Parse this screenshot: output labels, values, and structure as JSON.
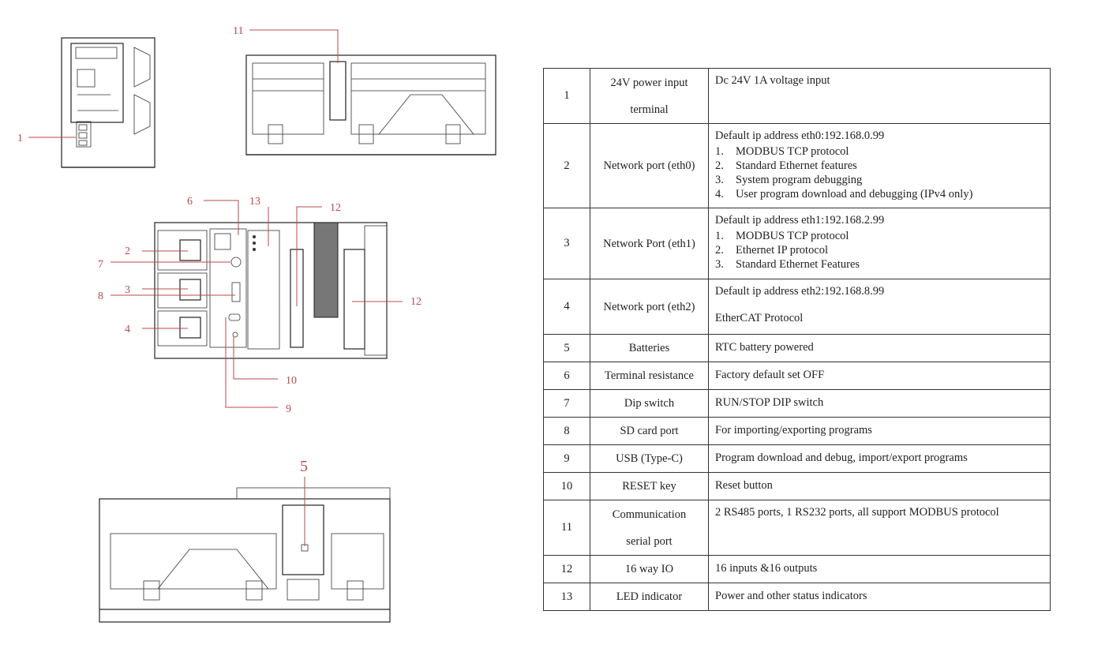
{
  "callouts": [
    "1",
    "2",
    "3",
    "4",
    "5",
    "6",
    "7",
    "8",
    "9",
    "10",
    "11",
    "12",
    "12",
    "13"
  ],
  "rows": [
    {
      "no": "1",
      "name": [
        "24V power input",
        "terminal"
      ],
      "desc_lines": [
        "Dc 24V 1A voltage input"
      ],
      "items": [],
      "tail": ""
    },
    {
      "no": "2",
      "name": [
        "Network port (eth0)"
      ],
      "desc_lines": [
        "Default ip address eth0:192.168.0.99"
      ],
      "items": [
        {
          "n": "1.",
          "t": "MODBUS TCP protocol"
        },
        {
          "n": "2.",
          "t": "Standard Ethernet features"
        },
        {
          "n": "3.",
          "t": "System program debugging"
        },
        {
          "n": "4.",
          "t": "User program download and debugging (IPv4 only)"
        }
      ],
      "tail": ""
    },
    {
      "no": "3",
      "name": [
        "Network Port (eth1)"
      ],
      "desc_lines": [
        "Default ip address eth1:192.168.2.99"
      ],
      "items": [
        {
          "n": "1.",
          "t": "MODBUS TCP protocol"
        },
        {
          "n": "2.",
          "t": "Ethernet IP protocol"
        },
        {
          "n": "3.",
          "t": "Standard Ethernet Features"
        }
      ],
      "tail": ""
    },
    {
      "no": "4",
      "name": [
        "Network port (eth2)"
      ],
      "desc_lines": [
        "Default ip address eth2:192.168.8.99"
      ],
      "items": [],
      "tail": "EtherCAT Protocol"
    },
    {
      "no": "5",
      "name": [
        "Batteries"
      ],
      "desc_lines": [
        "RTC battery powered"
      ],
      "items": [],
      "tail": ""
    },
    {
      "no": "6",
      "name": [
        "Terminal resistance"
      ],
      "desc_lines": [
        "Factory default set OFF"
      ],
      "items": [],
      "tail": ""
    },
    {
      "no": "7",
      "name": [
        "Dip switch"
      ],
      "desc_lines": [
        "RUN/STOP DIP switch"
      ],
      "items": [],
      "tail": ""
    },
    {
      "no": "8",
      "name": [
        "SD card port"
      ],
      "desc_lines": [
        "For importing/exporting programs"
      ],
      "items": [],
      "tail": ""
    },
    {
      "no": "9",
      "name": [
        "USB (Type-C)"
      ],
      "desc_lines": [
        "Program download and debug, import/export programs"
      ],
      "items": [],
      "tail": ""
    },
    {
      "no": "10",
      "name": [
        "RESET key"
      ],
      "desc_lines": [
        "Reset button"
      ],
      "items": [],
      "tail": ""
    },
    {
      "no": "11",
      "name": [
        "Communication",
        "serial port"
      ],
      "desc_lines": [
        "2 RS485 ports, 1 RS232 ports, all support MODBUS protocol"
      ],
      "items": [],
      "tail": ""
    },
    {
      "no": "12",
      "name": [
        "16 way IO"
      ],
      "desc_lines": [
        "16 inputs &16 outputs"
      ],
      "items": [],
      "tail": ""
    },
    {
      "no": "13",
      "name": [
        "LED indicator"
      ],
      "desc_lines": [
        "Power and other status indicators"
      ],
      "items": [],
      "tail": ""
    }
  ],
  "colors": {
    "callout": "#b84a4a",
    "line": "#222222",
    "border": "#333333"
  }
}
